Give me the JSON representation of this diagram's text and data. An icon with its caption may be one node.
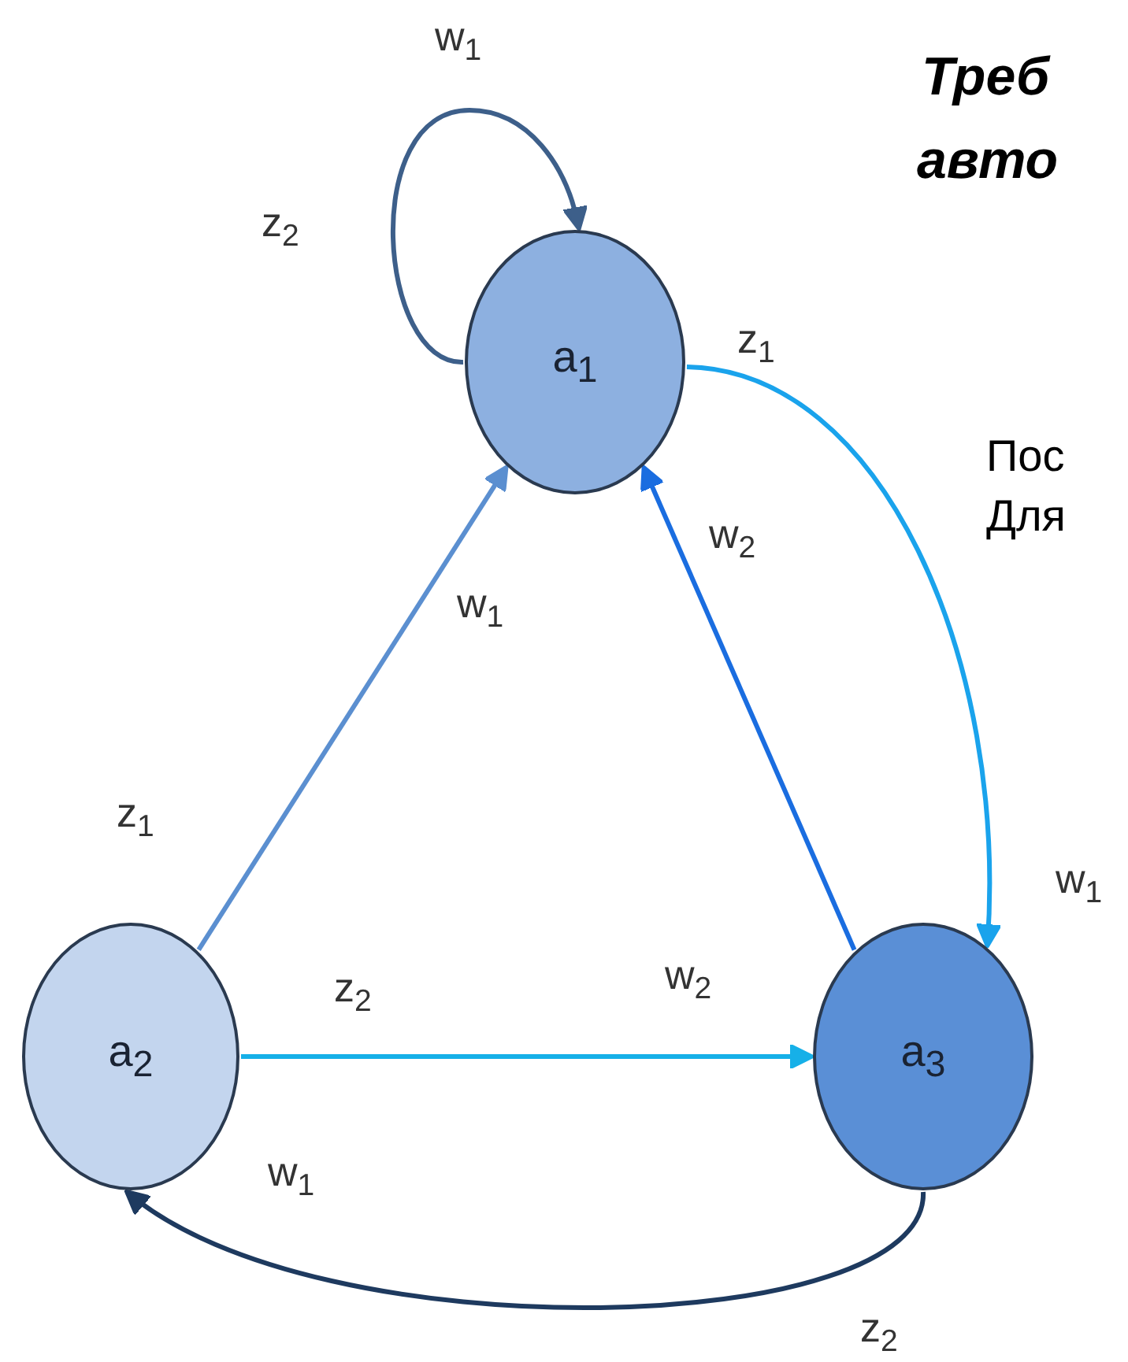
{
  "diagram": {
    "nodes": [
      {
        "text": [
          "a$_{1}$"
        ]
      },
      {
        "text": [
          "a$_{2}$"
        ]
      },
      {
        "text": [
          "a$_{3}$"
        ]
      }
    ],
    "edges": [
      {
        "from": 0,
        "to": 0,
        "arrow": "to",
        "color": "#3d5f8a"
      },
      {
        "from": 1,
        "to": 0,
        "arrow": "to",
        "color": "#5b8fd0"
      },
      {
        "from": 2,
        "to": 0,
        "arrow": "to",
        "color": "#1a6de0"
      },
      {
        "from": 0,
        "to": 2,
        "arrow": "to",
        "color": "#1aa3ec"
      },
      {
        "from": 1,
        "to": 2,
        "arrow": "to",
        "color": "#16b0e8"
      },
      {
        "from": 2,
        "to": 1,
        "arrow": "to",
        "color": "#1e3a5f"
      }
    ],
    "labels": [
      "w$_{1}$",
      "Треб",
      "авто",
      "z$_{2}$",
      "z$_{1}$",
      "Пос",
      "w$_{2}$",
      "Для",
      "w$_{1}$",
      "z$_{1}$",
      "w$_{1}$",
      "w$_{2}$",
      "z$_{2}$",
      "w$_{1}$",
      "z$_{2}$"
    ]
  }
}
